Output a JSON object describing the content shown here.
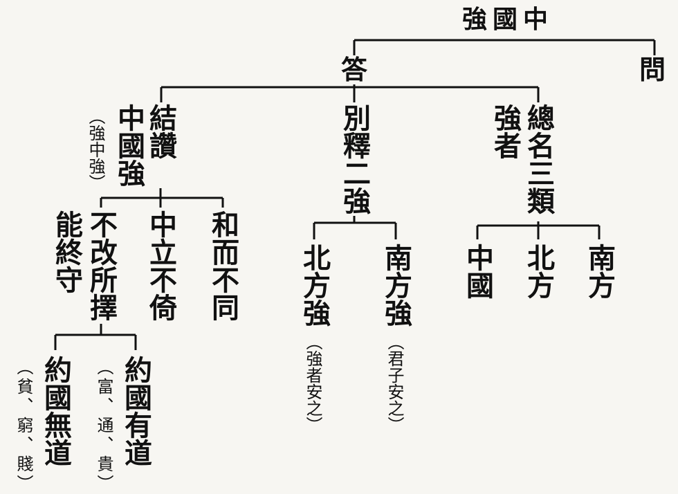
{
  "root": "強國中",
  "question": "問",
  "answer": "答",
  "conclusion": {
    "col1": "結讚",
    "col2": "中國強",
    "note": "（強中強）"
  },
  "separate": "別釋二強",
  "general": {
    "col1": "總名三類",
    "col2": "強者"
  },
  "virtues": {
    "he_er_bu_tong": "和而不同",
    "zhong_li_bu_yi": "中立不倚",
    "bu_gai_col1": "不改所擇",
    "bu_gai_col2": "能終守"
  },
  "you_dao": {
    "label": "約國有道",
    "note": "（富、通、貴）"
  },
  "wu_dao": {
    "label": "約國無道",
    "note": "（貧、窮、賤）"
  },
  "north_strong": {
    "label": "北方強",
    "note": "（強者安之）"
  },
  "south_strong": {
    "label": "南方強",
    "note": "（君子安之）"
  },
  "types": {
    "zhongguo": "中國",
    "beifang": "北方",
    "nanfang": "南方"
  }
}
